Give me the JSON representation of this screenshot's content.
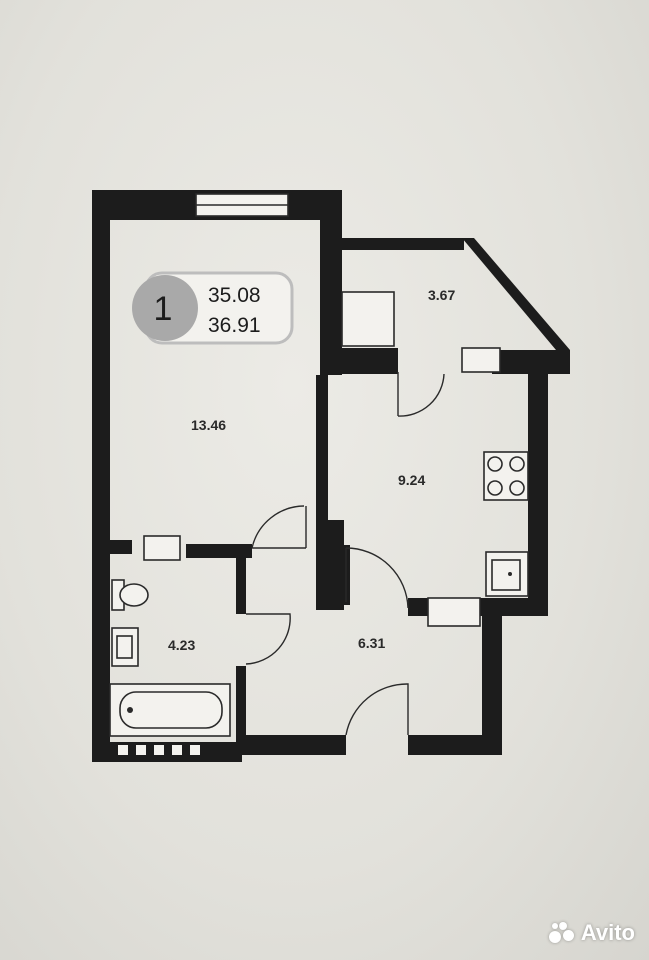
{
  "apartment": {
    "rooms_count": "1",
    "living_area": "35.08",
    "total_area": "36.91"
  },
  "rooms": {
    "living_room": "13.46",
    "loggia": "3.67",
    "kitchen": "9.24",
    "bathroom": "4.23",
    "hallway": "6.31"
  },
  "watermark": {
    "text": "Avito",
    "icon": "avito-logo-icon"
  },
  "colors": {
    "background": "#e4e3dd",
    "walls": "#1c1c1c",
    "badge_fill": "#a9a9a9",
    "badge_border": "#bdbdbd"
  }
}
